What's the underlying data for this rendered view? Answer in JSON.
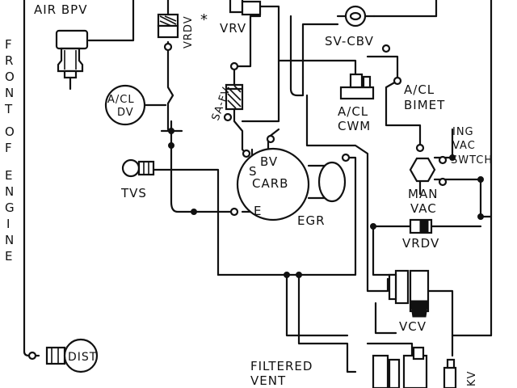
{
  "side_label": [
    "F",
    "R",
    "O",
    "N",
    "T",
    "",
    "O",
    "F",
    "",
    "E",
    "N",
    "G",
    "I",
    "N",
    "E"
  ],
  "labels": {
    "air_bpv": "AIR BPV",
    "vrdv_top": "VRDV",
    "vrv": "VRV",
    "sv_cbv": "SV-CBV",
    "sa_fv": "SA-FV",
    "acl_dv_1": "A/CL",
    "acl_dv_2": "DV",
    "acl_cwm_1": "A/CL",
    "acl_cwm_2": "CWM",
    "acl_bimet_1": "A/CL",
    "acl_bimet_2": "BIMET",
    "ing_vac_1": "ING",
    "ing_vac_2": "VAC",
    "ing_vac_3": "SWTCH",
    "bv": "BV",
    "s": "S",
    "carb": "CARB",
    "e": "E",
    "egr": "EGR",
    "tvs": "TVS",
    "man_vac_1": "MAN",
    "man_vac_2": "VAC",
    "vrdv_bottom": "VRDV",
    "vcv": "VCV",
    "dist": "DIST",
    "filtered_vent_1": "FILTERED",
    "filtered_vent_2": "VENT",
    "kv": "KV"
  }
}
